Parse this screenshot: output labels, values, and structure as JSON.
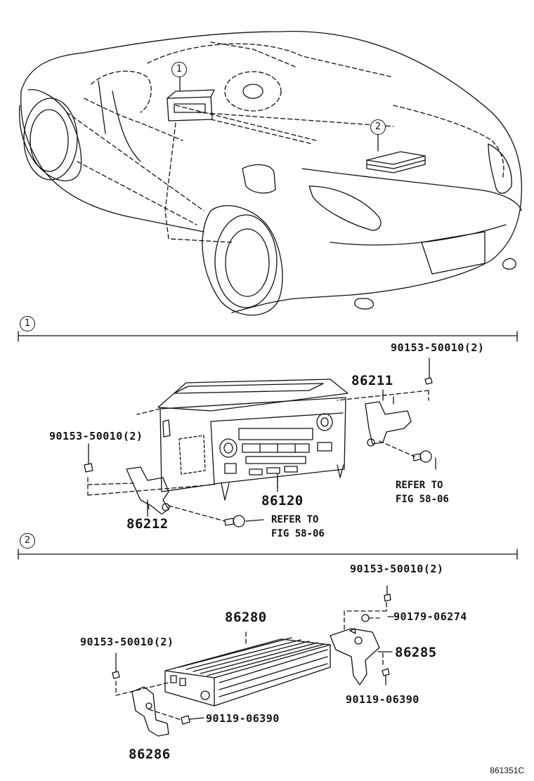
{
  "sections": [
    {
      "callout": "1"
    },
    {
      "callout": "2"
    }
  ],
  "car_callouts": [
    "1",
    "2"
  ],
  "parts": {
    "p86211": "86211",
    "p86120": "86120",
    "p86212": "86212",
    "s1_bolt_right": "90153-50010(2)",
    "s1_bolt_left": "90153-50010(2)",
    "p86280": "86280",
    "p86285": "86285",
    "p86286": "86286",
    "s2_bolt_top": "90153-50010(2)",
    "s2_bolt_left": "90153-50010(2)",
    "s2_nut": "90179-06274",
    "s2_screw_right": "90119-06390",
    "s2_screw_left": "90119-06390"
  },
  "refs": {
    "right": [
      "REFER TO",
      "FIG 58-06"
    ],
    "center": [
      "REFER TO",
      "FIG 58-06"
    ]
  },
  "diagram_code": "861351C"
}
